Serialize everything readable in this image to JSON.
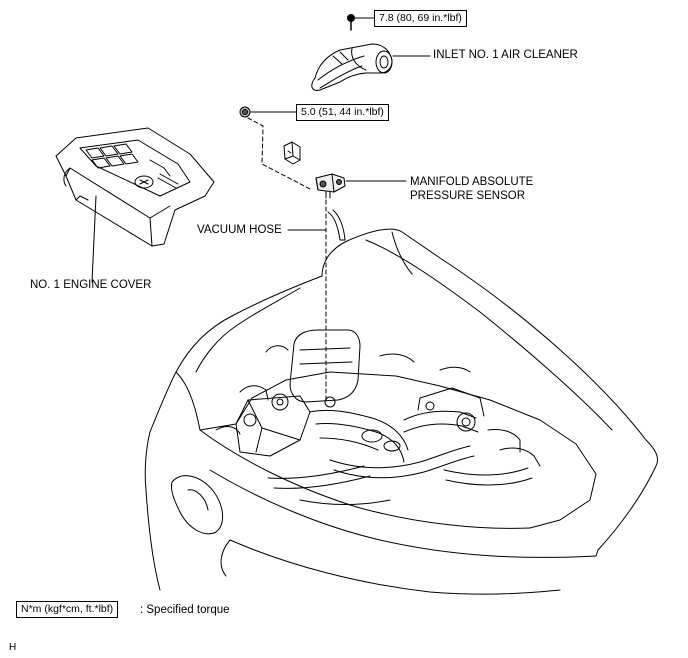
{
  "torque_specs": {
    "air_cleaner_bolt": "7.8 (80, 69 in.*lbf)",
    "sensor_bolt": "5.0 (51, 44 in.*lbf)"
  },
  "part_labels": {
    "inlet_air_cleaner": "INLET NO. 1 AIR CLEANER",
    "map_sensor_line1": "MANIFOLD ABSOLUTE",
    "map_sensor_line2": "PRESSURE SENSOR",
    "vacuum_hose": "VACUUM HOSE",
    "engine_cover": "NO. 1 ENGINE COVER"
  },
  "legend": {
    "unit_box": "N*m (kgf*cm, ft.*lbf)",
    "description": ": Specified torque"
  },
  "corner_code": "H"
}
